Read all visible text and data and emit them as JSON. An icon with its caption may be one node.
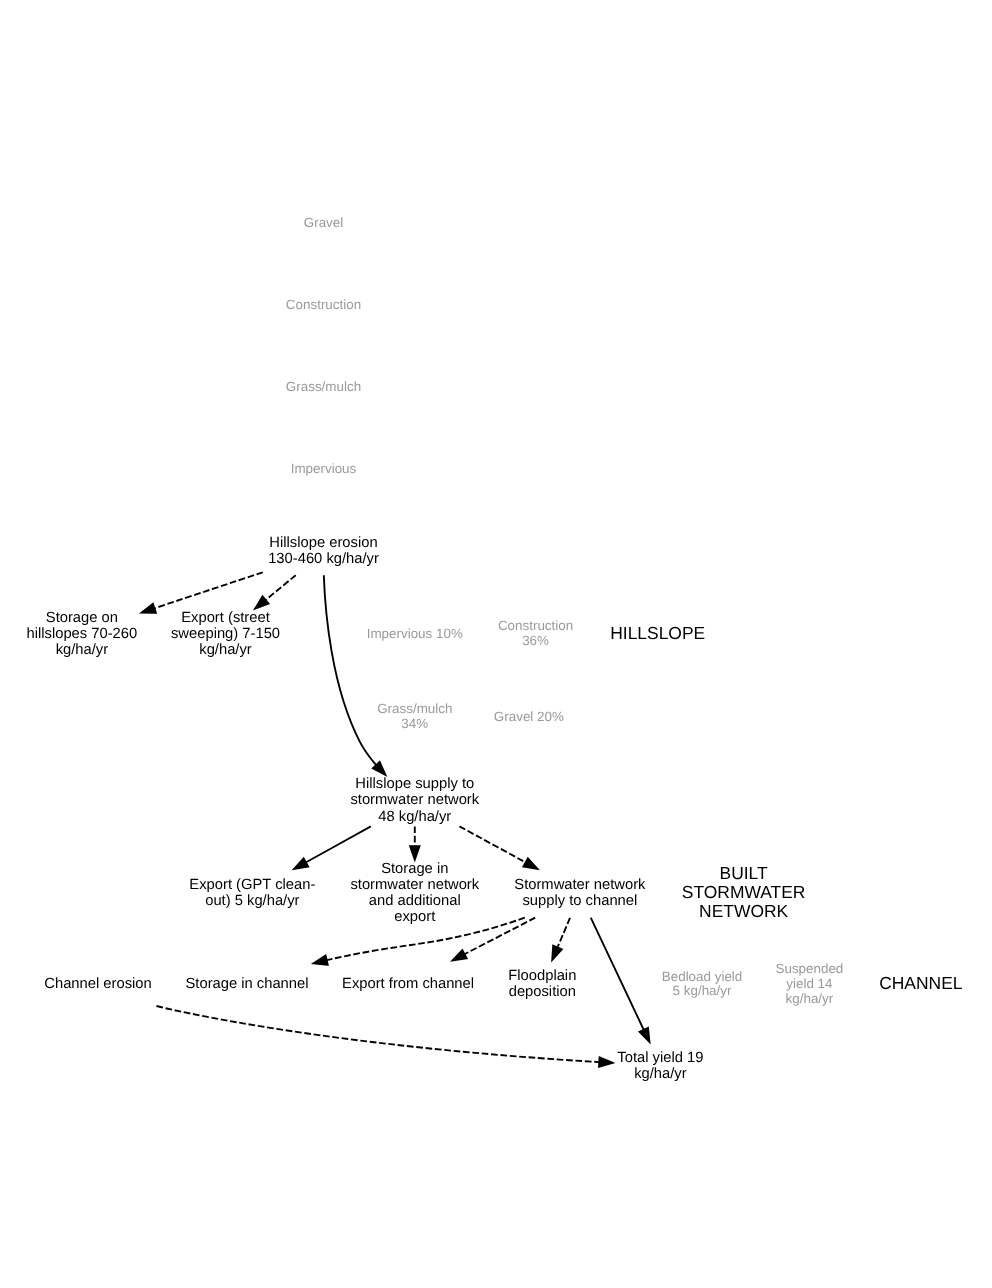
{
  "diagram": {
    "nodes": [
      {
        "text": [
          "Hillslope erosion 130-460 kg/ha/yr"
        ]
      },
      {
        "text": [
          "Storage on hillslopes 70-260 kg/ha/yr"
        ]
      },
      {
        "text": [
          "Export (street sweeping) 7-150 kg/ha/yr"
        ]
      },
      {
        "text": [
          "Hillslope supply to stormwater network 48 kg/ha/yr"
        ]
      },
      {
        "text": [
          "Export (GPT clean-out) 5 kg/ha/yr"
        ]
      },
      {
        "text": [
          "Storage in stormwater network and additional export"
        ]
      },
      {
        "text": [
          "Stormwater network supply to channel"
        ]
      },
      {
        "text": [
          "Channel erosion"
        ]
      },
      {
        "text": [
          "Storage in channel"
        ]
      },
      {
        "text": [
          "Export from channel"
        ]
      },
      {
        "text": [
          "Floodplain deposition"
        ]
      },
      {
        "text": [
          "Total yield 19 kg/ha/yr"
        ]
      }
    ],
    "edges": [
      {
        "from": 0,
        "to": 1,
        "arrow": "to",
        "style": "dashed"
      },
      {
        "from": 0,
        "to": 2,
        "arrow": "to",
        "style": "dashed"
      },
      {
        "from": 0,
        "to": 3,
        "arrow": "to"
      },
      {
        "from": 3,
        "to": 4,
        "arrow": "to"
      },
      {
        "from": 3,
        "to": 5,
        "arrow": "to",
        "style": "dashed"
      },
      {
        "from": 3,
        "to": 6,
        "arrow": "to",
        "style": "dashed"
      },
      {
        "from": 7,
        "to": 11,
        "arrow": "to",
        "style": "dashed"
      },
      {
        "from": 6,
        "to": 8,
        "arrow": "to",
        "style": "dashed"
      },
      {
        "from": 6,
        "to": 9,
        "arrow": "to",
        "style": "dashed"
      },
      {
        "from": 6,
        "to": 10,
        "arrow": "to",
        "style": "dashed"
      },
      {
        "from": 6,
        "to": 11,
        "arrow": "to"
      }
    ],
    "labels": [
      "Gravel",
      "Construction",
      "Grass/mulch",
      "Impervious",
      "HILLSLOPE",
      "Impervious 10%",
      "Construction 36%",
      "Grass/mulch 34%",
      "Gravel 20%",
      "BUILT STORMWATER NETWORK",
      "CHANNEL",
      "Bedload yield 5 kg/ha/yr",
      "Suspended yield 14 kg/ha/yr"
    ]
  }
}
